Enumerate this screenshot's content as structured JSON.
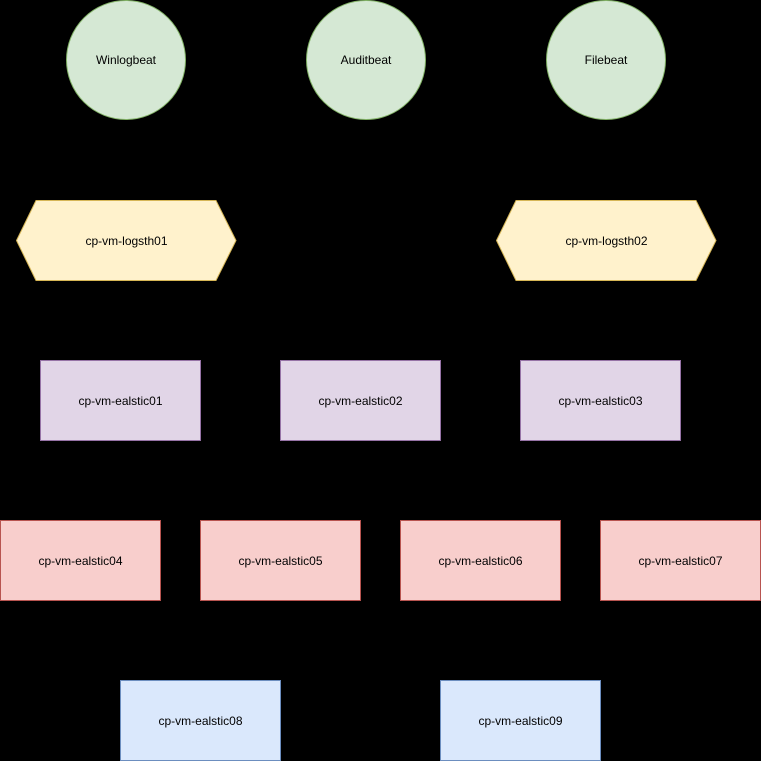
{
  "beats": [
    {
      "label": "Winlogbeat"
    },
    {
      "label": "Auditbeat"
    },
    {
      "label": "Filebeat"
    }
  ],
  "logstash": [
    {
      "label": "cp-vm-logsth01"
    },
    {
      "label": "cp-vm-logsth02"
    }
  ],
  "elastic_tier1": [
    {
      "label": "cp-vm-ealstic01"
    },
    {
      "label": "cp-vm-ealstic02"
    },
    {
      "label": "cp-vm-ealstic03"
    }
  ],
  "elastic_tier2": [
    {
      "label": "cp-vm-ealstic04"
    },
    {
      "label": "cp-vm-ealstic05"
    },
    {
      "label": "cp-vm-ealstic06"
    },
    {
      "label": "cp-vm-ealstic07"
    }
  ],
  "elastic_tier3": [
    {
      "label": "cp-vm-ealstic08"
    },
    {
      "label": "cp-vm-ealstic09"
    }
  ],
  "colors": {
    "background": "#000000",
    "beat_fill": "#d5e8d4",
    "beat_stroke": "#82b366",
    "logstash_fill": "#fff2cc",
    "logstash_stroke": "#d6b656",
    "tier1_fill": "#e1d5e7",
    "tier1_stroke": "#9673a6",
    "tier2_fill": "#f8cecc",
    "tier2_stroke": "#b85450",
    "tier3_fill": "#dae8fc",
    "tier3_stroke": "#6c8ebf"
  }
}
